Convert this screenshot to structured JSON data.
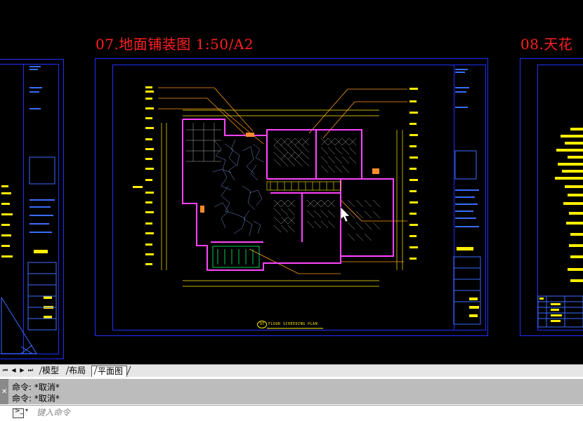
{
  "sheets": [
    {
      "title": "07.地面铺装图 1:50/A2",
      "caption_number": "07",
      "caption_text": "FLOOR SCREEDING PLAN"
    },
    {
      "title": "08.天花"
    }
  ],
  "tabs": {
    "nav_first": "⏮",
    "nav_prev": "◀",
    "nav_next": "▶",
    "nav_last": "⏭",
    "items": [
      {
        "label": "模型",
        "active": false
      },
      {
        "label": "布局",
        "active": false
      },
      {
        "label": "平面图",
        "active": true
      }
    ]
  },
  "command_line": {
    "history": [
      "命令: *取消*",
      "命令: *取消*"
    ],
    "placeholder": "键入命令",
    "icon": "command-prompt-icon",
    "handle_icon": "close-icon"
  },
  "colors": {
    "frame": "#2030ff",
    "title": "#ff2020",
    "annotation": "#ffee00",
    "wall": "#ff44ff"
  }
}
